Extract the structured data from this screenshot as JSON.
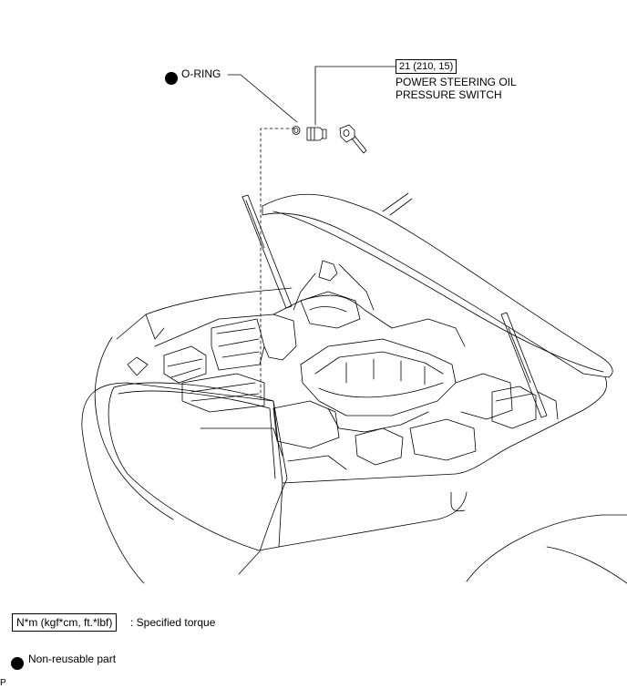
{
  "callouts": {
    "oring_label": "O-RING",
    "torque_value": "21 (210, 15)",
    "switch_line1": "POWER STEERING OIL",
    "switch_line2": "PRESSURE SWITCH"
  },
  "legend": {
    "torque_box": "N*m (kgf*cm, ft.*lbf)",
    "torque_desc": ": Specified torque",
    "nonreusable_desc": "Non-reusable part"
  },
  "corner_code": "P"
}
